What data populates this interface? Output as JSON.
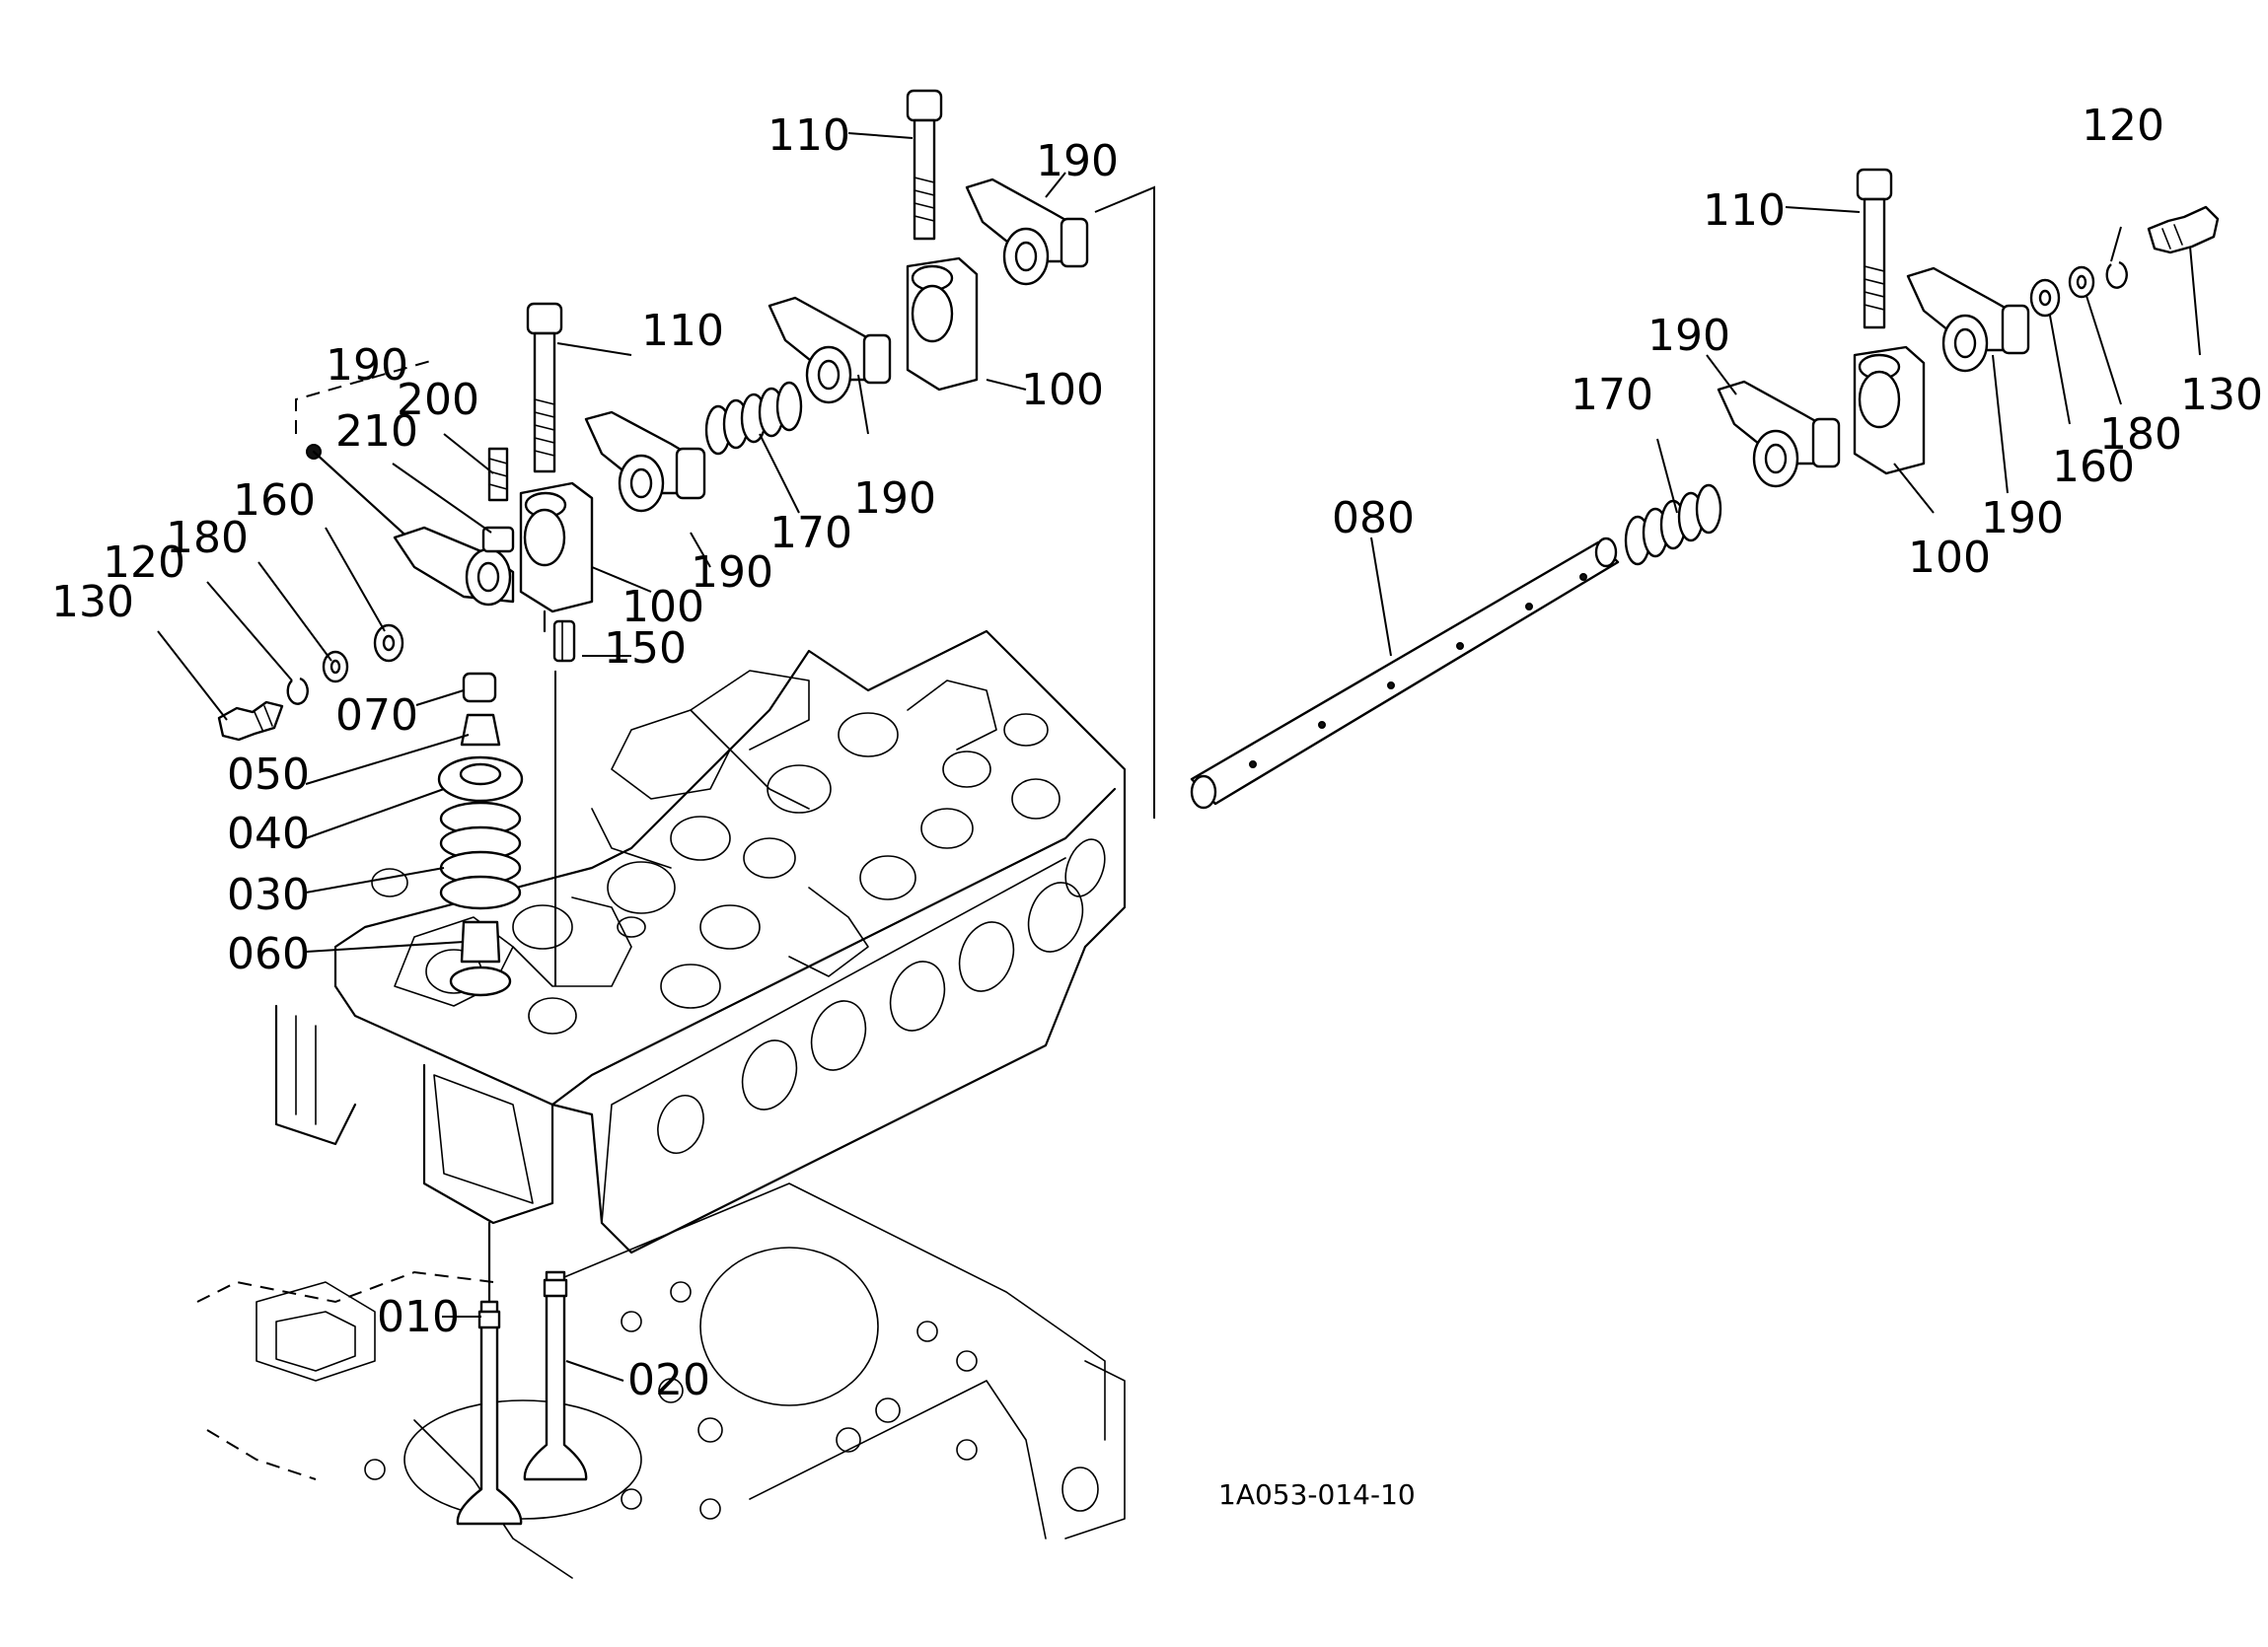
{
  "figure_ref": "1A053-014-10",
  "labels": {
    "p010": "010",
    "p020": "020",
    "p030": "030",
    "p040": "040",
    "p050": "050",
    "p060": "060",
    "p070": "070",
    "p080": "080",
    "p100": "100",
    "p110": "110",
    "p120": "120",
    "p130": "130",
    "p150": "150",
    "p160": "160",
    "p170": "170",
    "p180": "180",
    "p190": "190",
    "p200": "200",
    "p210": "210"
  }
}
